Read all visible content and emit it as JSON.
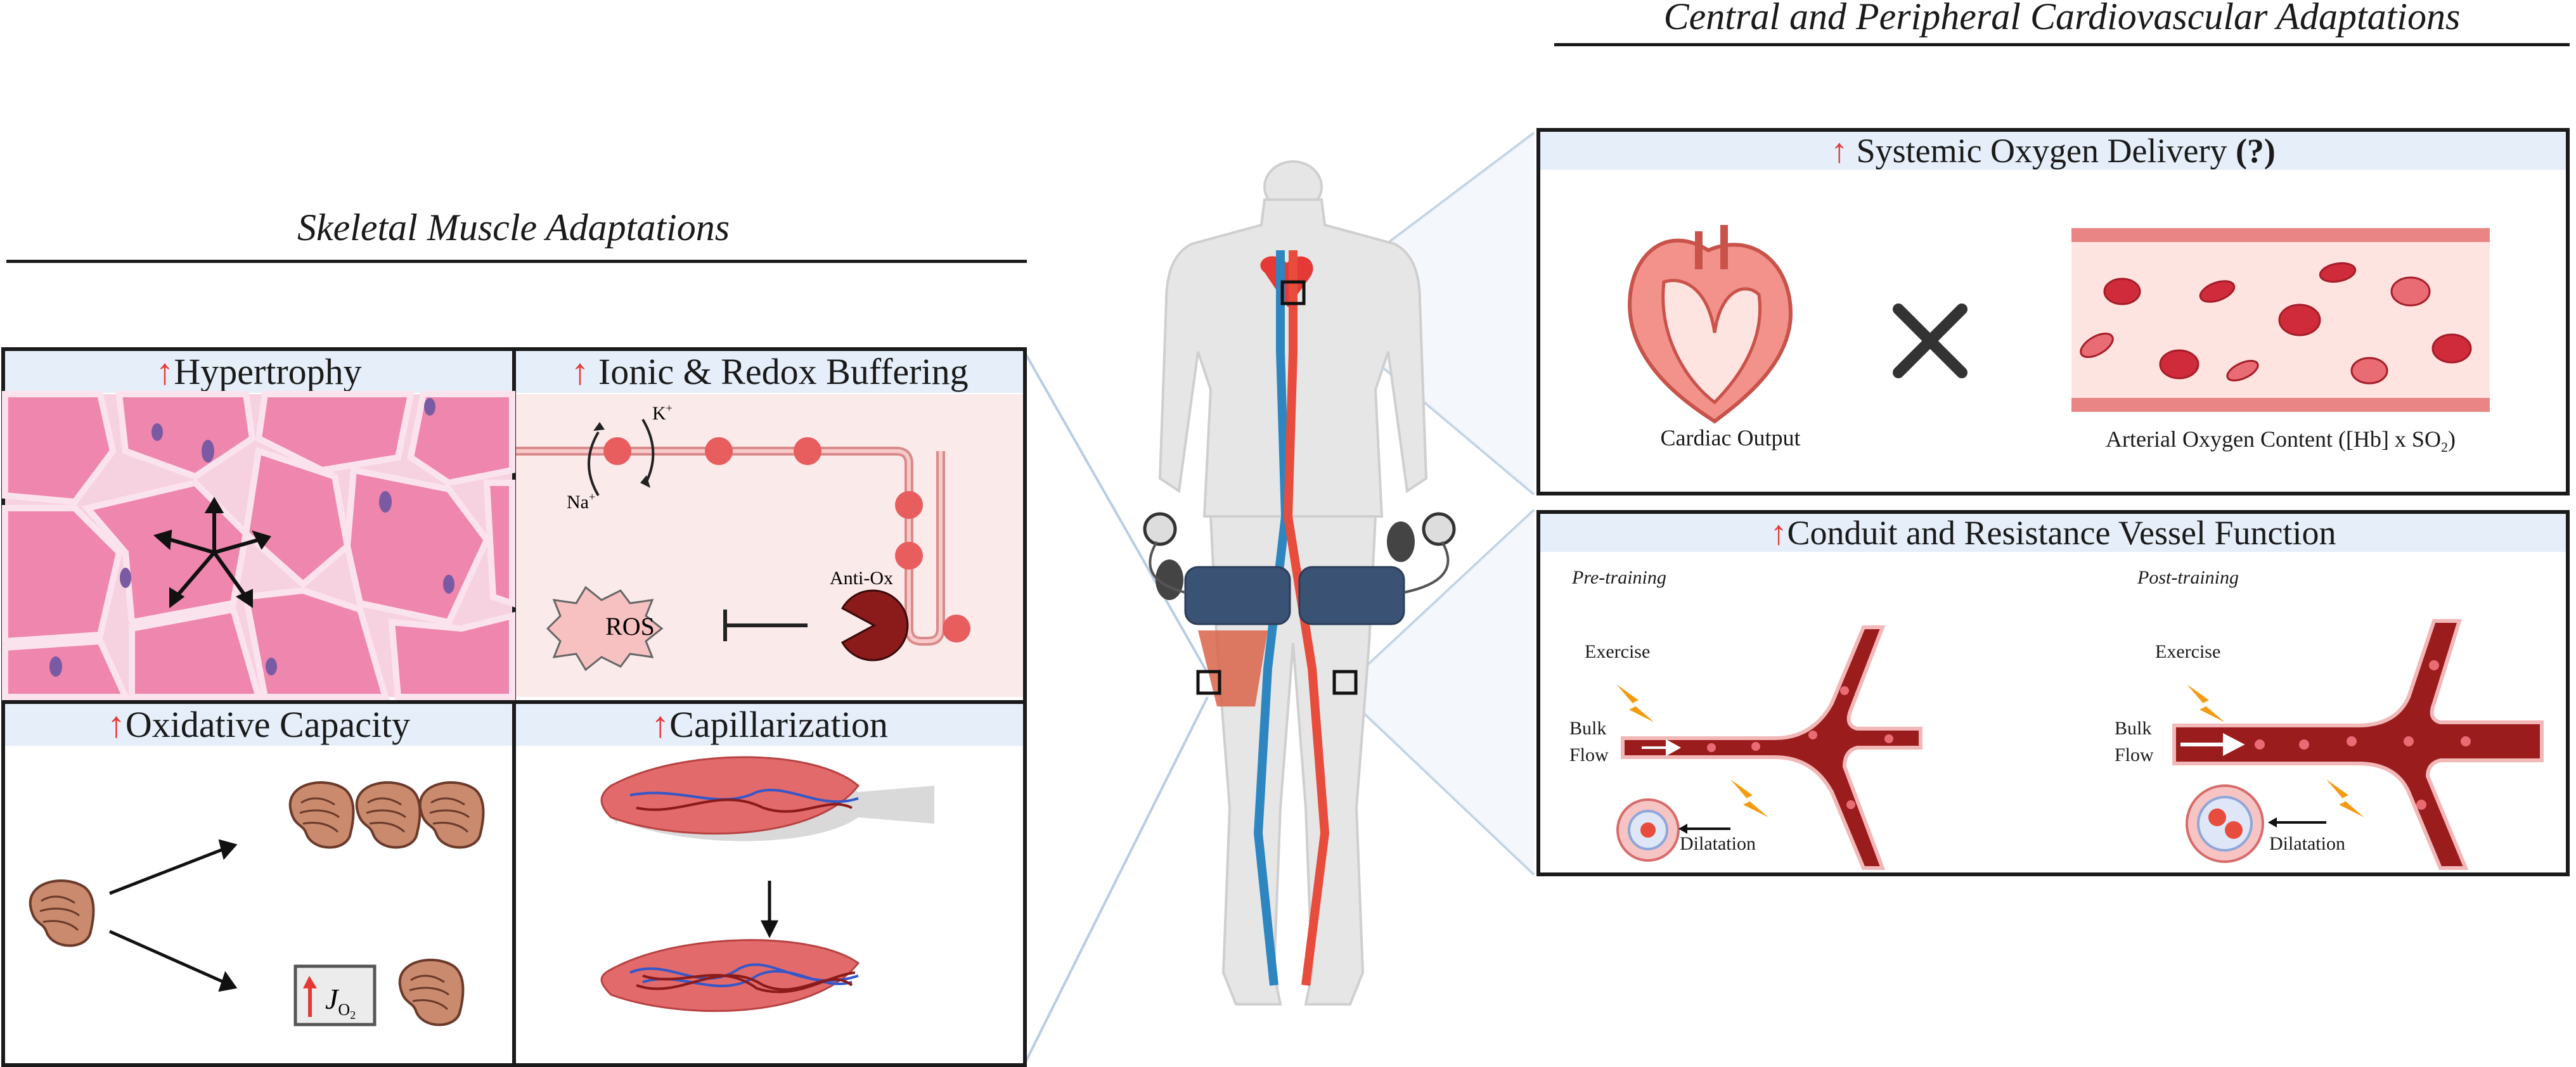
{
  "sections": {
    "skeletal_title": "Skeletal Muscle Adaptations",
    "cardio_title": "Central and Peripheral Cardiovascular Adaptations"
  },
  "muscle_panels": {
    "hypertrophy": "Hypertrophy",
    "ionic": "Ionic & Redox Buffering",
    "oxidative": "Oxidative Capacity",
    "capillarization": "Capillarization"
  },
  "ionic_labels": {
    "k": "K",
    "k_sup": "+",
    "na": "Na",
    "na_sup": "+",
    "antiox": "Anti-Ox",
    "ros": "ROS"
  },
  "oxidative_labels": {
    "j": "J",
    "sub": "O",
    "subsub": "2"
  },
  "cardio_panels": {
    "delivery_title": "Systemic Oxygen Delivery",
    "delivery_q": "(?)",
    "cardiac_output": "Cardiac Output",
    "arterial_content": "Arterial Oxygen Content ([Hb] x SO",
    "arterial_sub": "2",
    "arterial_close": ")",
    "vessel_title": "Conduit and Resistance Vessel Function",
    "pre": "Pre-training",
    "post": "Post-training",
    "exercise": "Exercise",
    "bulk": "Bulk",
    "flow": "Flow",
    "dilatation": "Dilatation"
  },
  "arrow_glyph": "🠕",
  "colors": {
    "header_bg": "#e5eef9",
    "up_arrow": "#e53935",
    "vessel_dark": "#9b1c1c",
    "muscle_pink": "#f07fa8",
    "lightning": "#f39c12"
  }
}
